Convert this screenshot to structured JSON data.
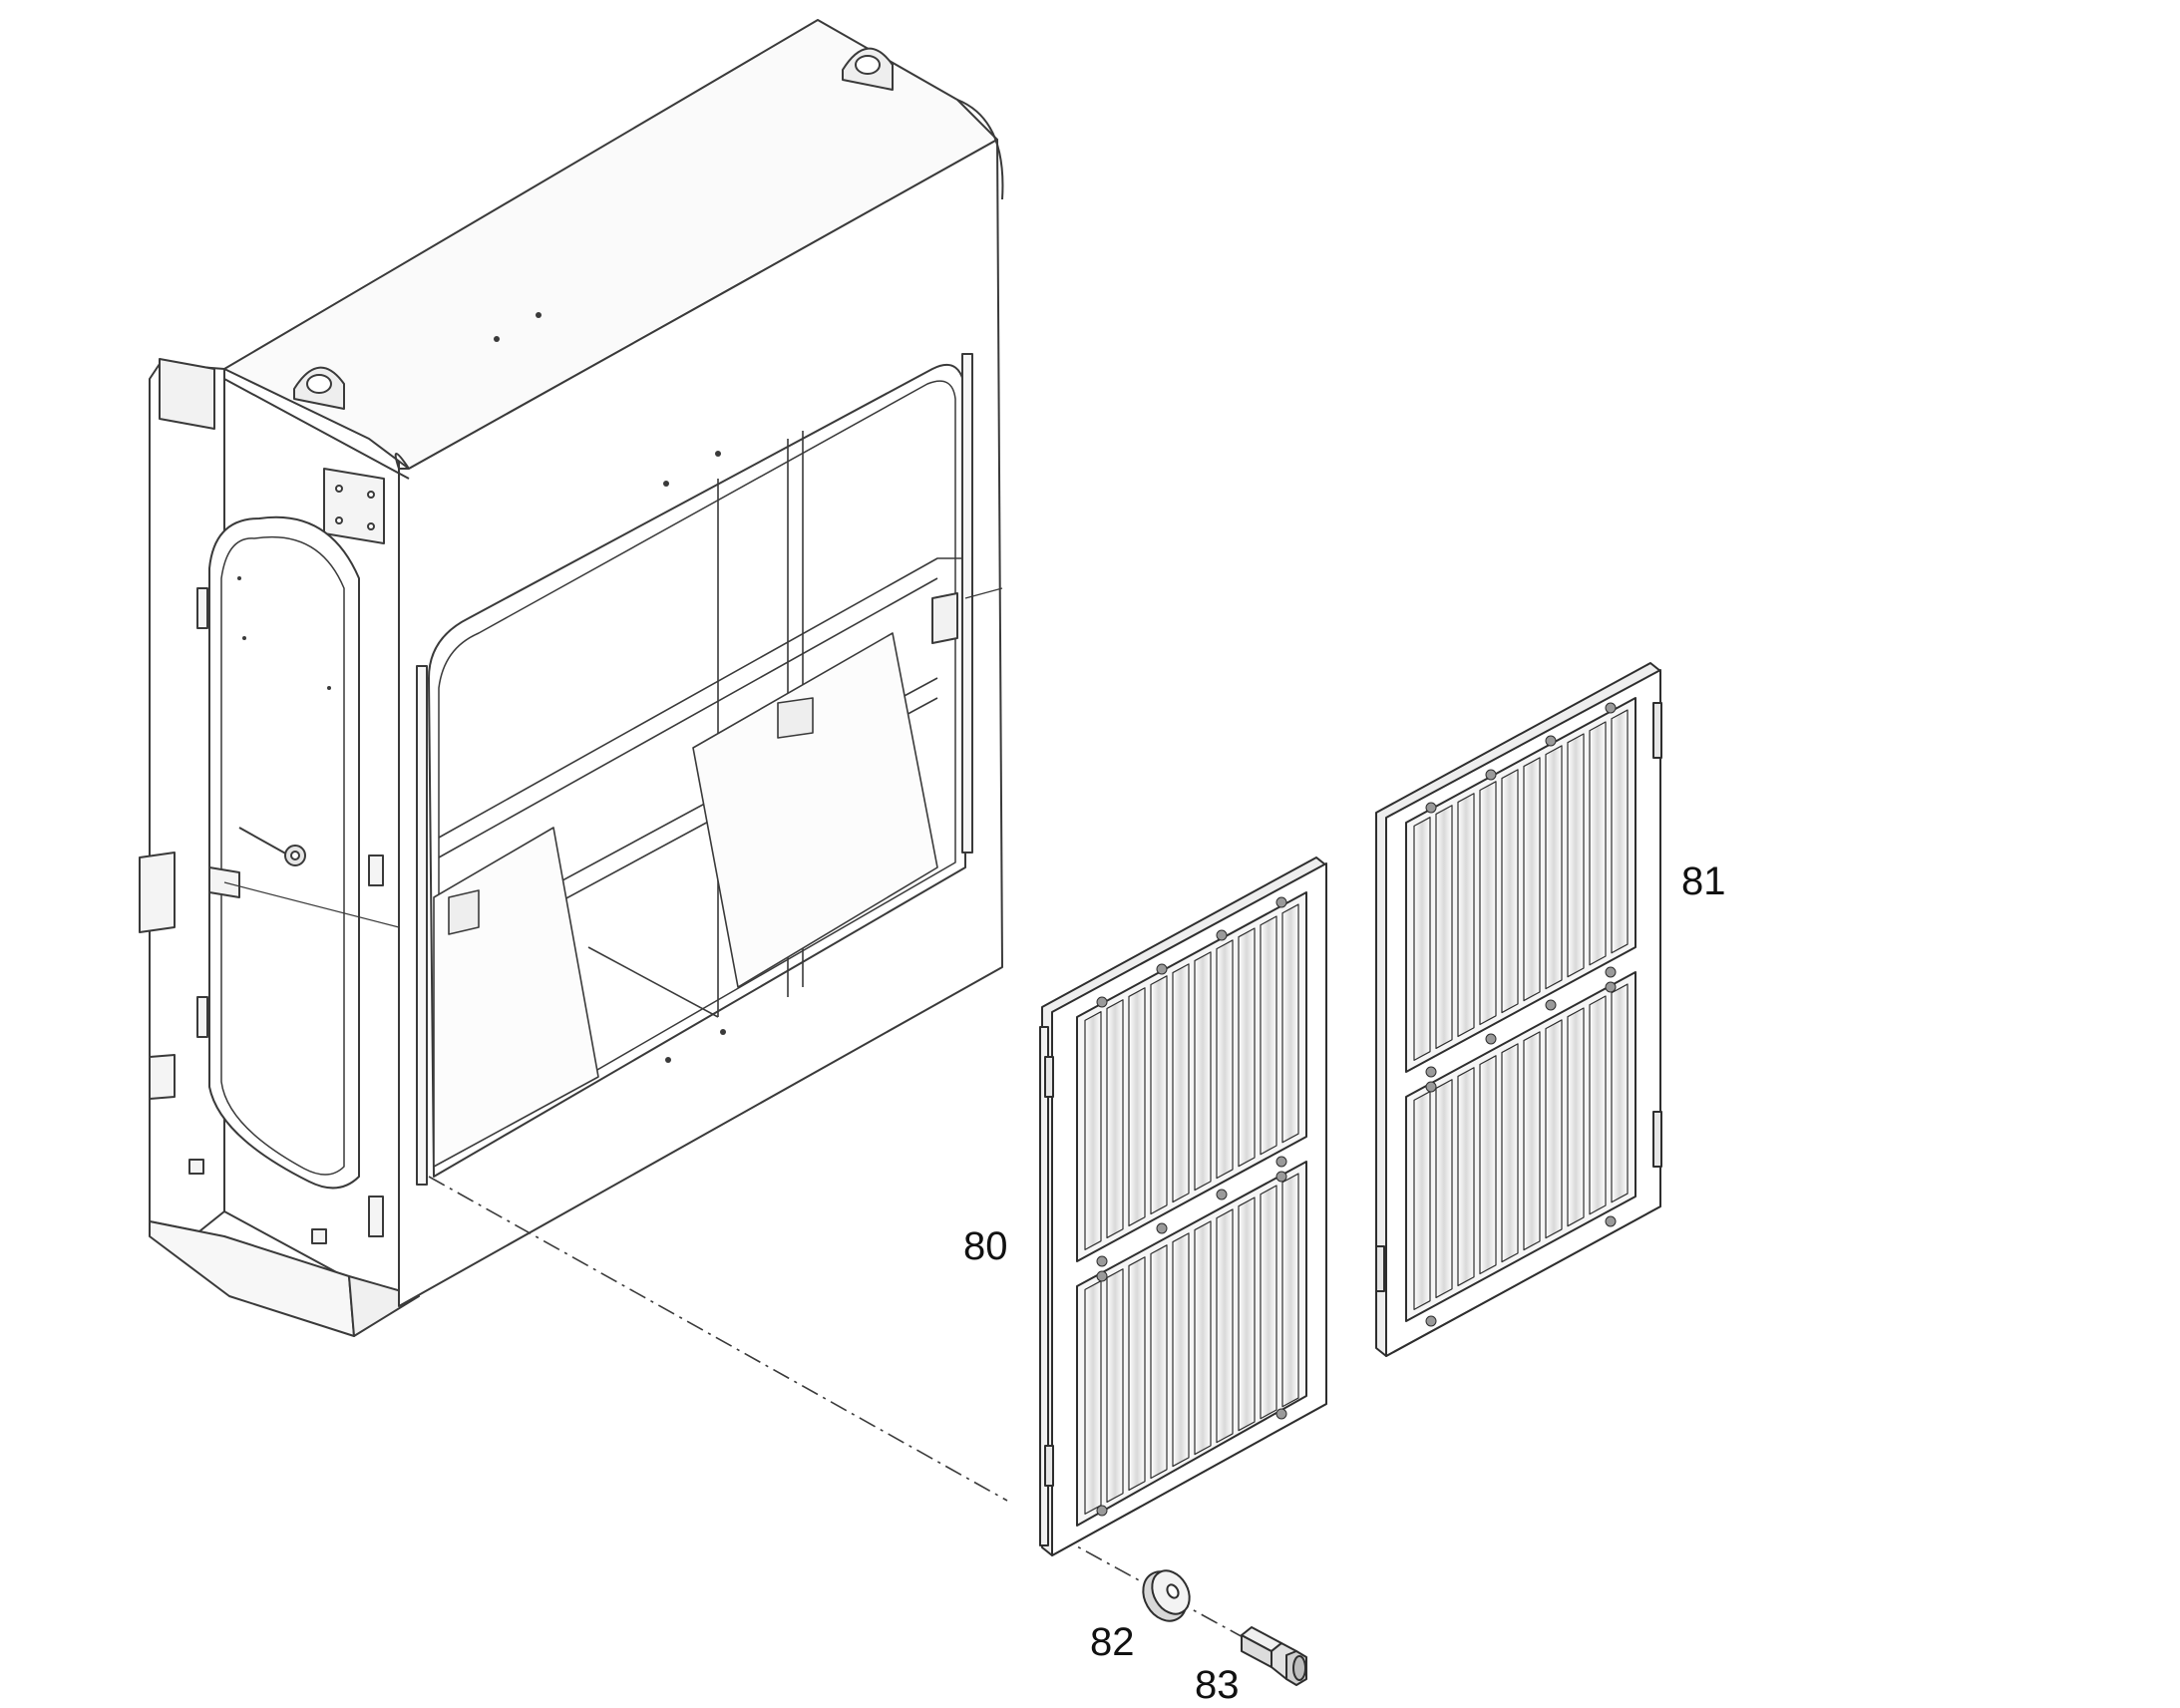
{
  "diagram": {
    "callouts": {
      "part_80": "80",
      "part_81": "81",
      "part_82": "82",
      "part_83": "83"
    },
    "line_color": "#3a3a3a"
  }
}
